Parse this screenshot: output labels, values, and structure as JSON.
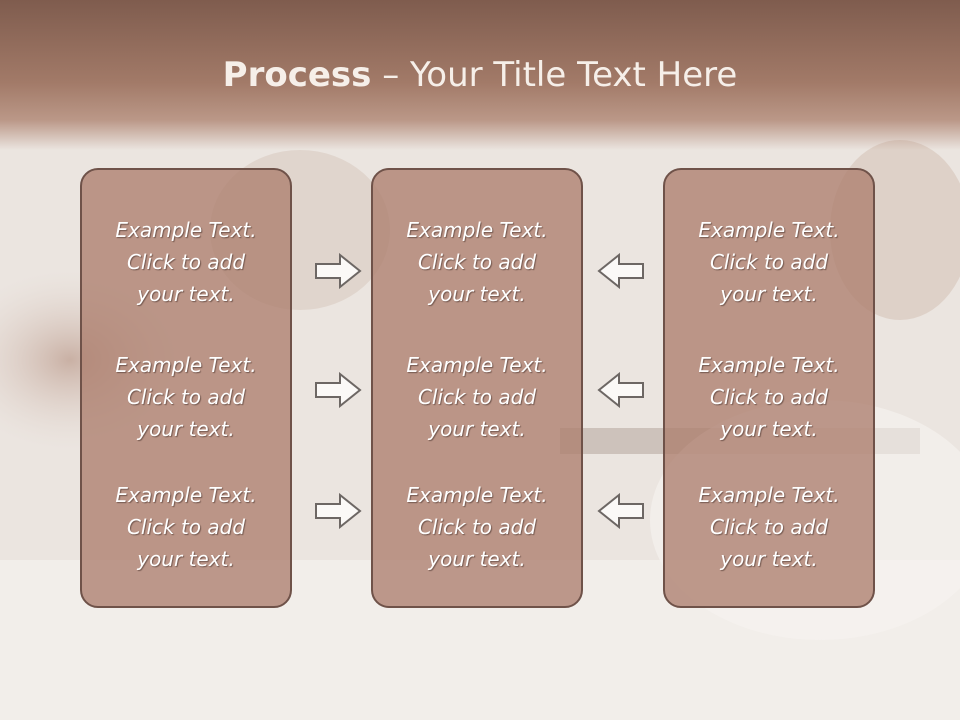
{
  "slide": {
    "title_bold": "Process",
    "title_dash": "–",
    "title_rest": "Your Title Text Here"
  },
  "columns": [
    {
      "items": [
        {
          "line1": "Example Text.",
          "line2": "Click  to add",
          "line3": "your text."
        },
        {
          "line1": "Example Text.",
          "line2": "Click  to add",
          "line3": "your text."
        },
        {
          "line1": "Example Text.",
          "line2": "Click  to add",
          "line3": "your text."
        }
      ]
    },
    {
      "items": [
        {
          "line1": "Example Text.",
          "line2": "Click  to add",
          "line3": "your text."
        },
        {
          "line1": "Example Text.",
          "line2": "Click  to add",
          "line3": "your text."
        },
        {
          "line1": "Example Text.",
          "line2": "Click  to add",
          "line3": "your text."
        }
      ]
    },
    {
      "items": [
        {
          "line1": "Example Text.",
          "line2": "Click  to add",
          "line3": "your text."
        },
        {
          "line1": "Example Text.",
          "line2": "Click  to add",
          "line3": "your text."
        },
        {
          "line1": "Example Text.",
          "line2": "Click  to add",
          "line3": "your text."
        }
      ]
    }
  ],
  "arrows": {
    "left_group": [
      "right-arrow-icon",
      "right-arrow-icon",
      "right-arrow-icon"
    ],
    "right_group": [
      "left-arrow-icon",
      "left-arrow-icon",
      "left-arrow-icon"
    ]
  },
  "colors": {
    "title_band": "#a27a68",
    "box_fill": "#ad7f6e",
    "box_border": "#6f5249",
    "text": "#ffffff"
  }
}
